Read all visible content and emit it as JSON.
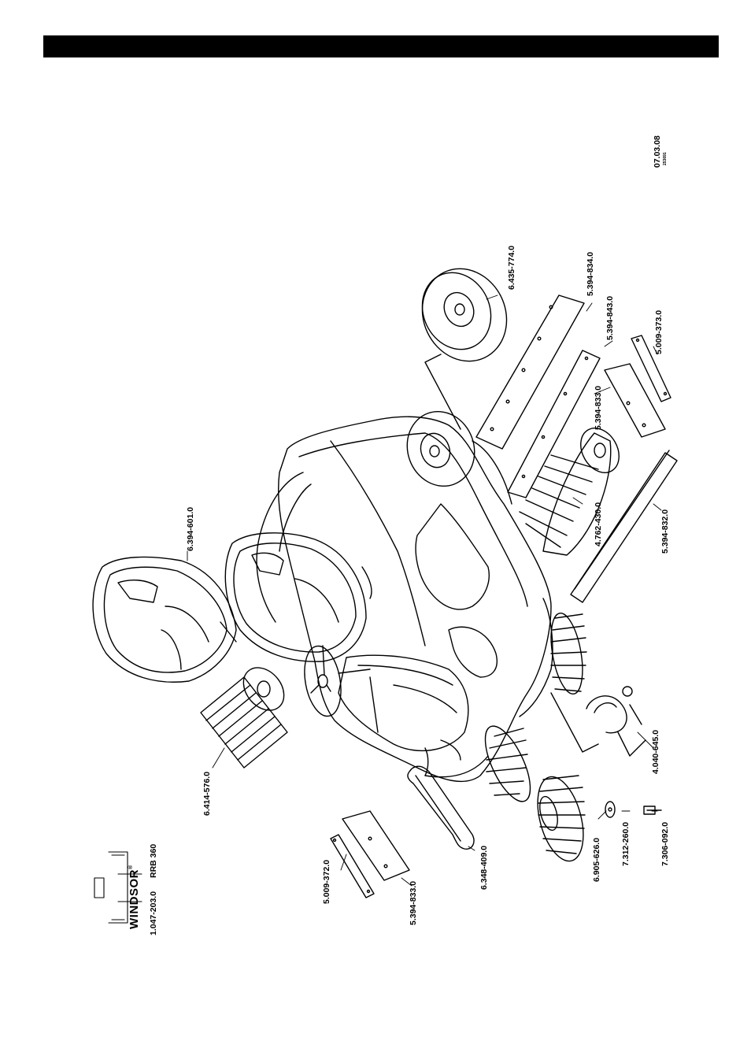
{
  "header": {
    "date": "07.03.08",
    "code": "253691"
  },
  "brand": {
    "name": "WINDSOR",
    "registered": "®",
    "model": "RRB 360",
    "part_no": "1.047-203.0"
  },
  "parts": [
    {
      "id": "p1",
      "label": "6.435-774.0"
    },
    {
      "id": "p2",
      "label": "5.394-834.0"
    },
    {
      "id": "p3",
      "label": "5.394-843.0"
    },
    {
      "id": "p4",
      "label": "5.009-373.0"
    },
    {
      "id": "p5",
      "label": "5.394-833.0"
    },
    {
      "id": "p6",
      "label": "4.762-430.0"
    },
    {
      "id": "p7",
      "label": "5.394-832.0"
    },
    {
      "id": "p8",
      "label": "6.394-601.0"
    },
    {
      "id": "p9",
      "label": "6.414-576.0"
    },
    {
      "id": "p10",
      "label": "4.040-645.0"
    },
    {
      "id": "p11",
      "label": "7.306-092.0"
    },
    {
      "id": "p12",
      "label": "7.312-260.0"
    },
    {
      "id": "p13",
      "label": "6.905-626.0"
    },
    {
      "id": "p14",
      "label": "6.348-409.0"
    },
    {
      "id": "p15",
      "label": "5.009-372.0"
    },
    {
      "id": "p16",
      "label": "5.394-833.0"
    }
  ]
}
